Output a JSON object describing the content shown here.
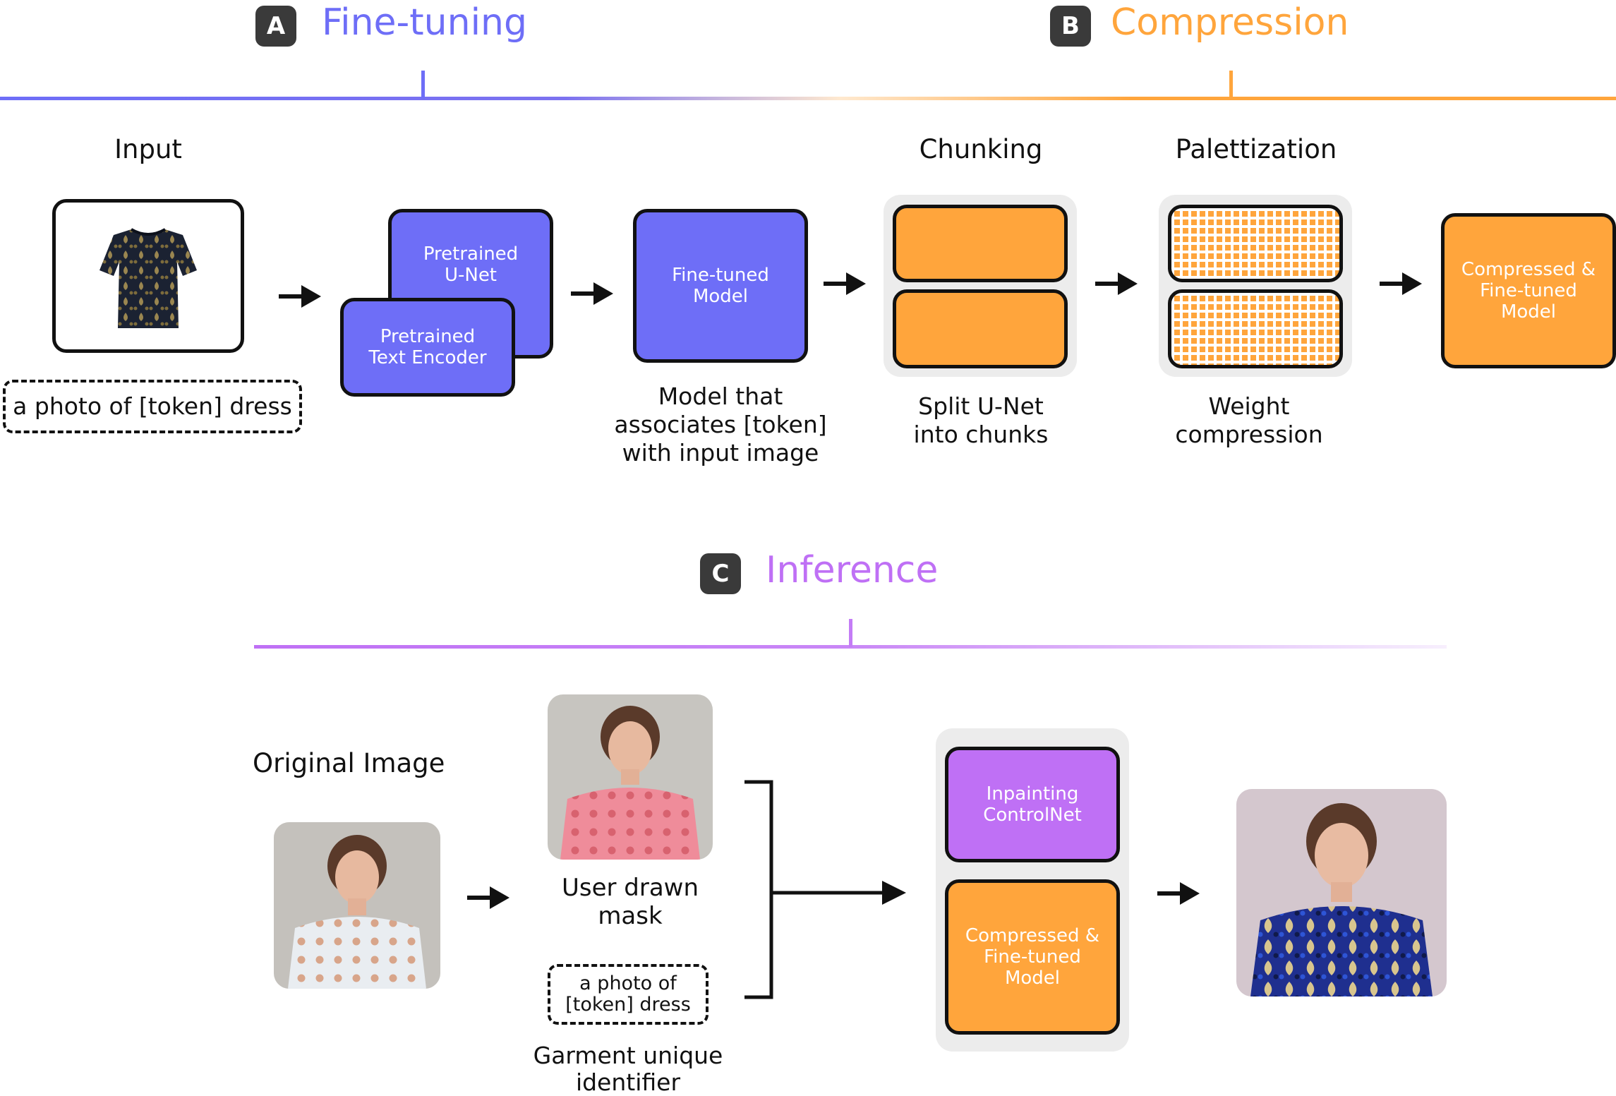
{
  "sections": {
    "a": {
      "badge": "A",
      "title": "Fine-tuning",
      "color": "#6e6ef7"
    },
    "b": {
      "badge": "B",
      "title": "Compression",
      "color": "#ffa53c"
    },
    "c": {
      "badge": "C",
      "title": "Inference",
      "color": "#bf70f5"
    }
  },
  "finetune": {
    "input_label": "Input",
    "prompt": "a photo of [token] dress",
    "unet": "Pretrained\nU-Net",
    "text_encoder": "Pretrained\nText Encoder",
    "finetuned": "Fine-tuned\nModel",
    "finetuned_caption": "Model that\nassociates [token]\nwith input image"
  },
  "compression": {
    "chunking_label": "Chunking",
    "chunking_caption": "Split U-Net\ninto chunks",
    "palettization_label": "Palettization",
    "palettization_caption": "Weight\ncompression",
    "output": "Compressed &\nFine-tuned\nModel"
  },
  "inference": {
    "original_label": "Original Image",
    "mask_caption": "User drawn\nmask",
    "prompt": "a photo of\n[token] dress",
    "garment_caption": "Garment unique\nidentifier",
    "controlnet": "Inpainting\nControlNet",
    "model": "Compressed &\nFine-tuned\nModel"
  },
  "icons": [
    "dress-image",
    "woman-white-top-photo",
    "woman-pink-mask-photo",
    "woman-blue-dress-photo",
    "arrow-right-icon"
  ]
}
